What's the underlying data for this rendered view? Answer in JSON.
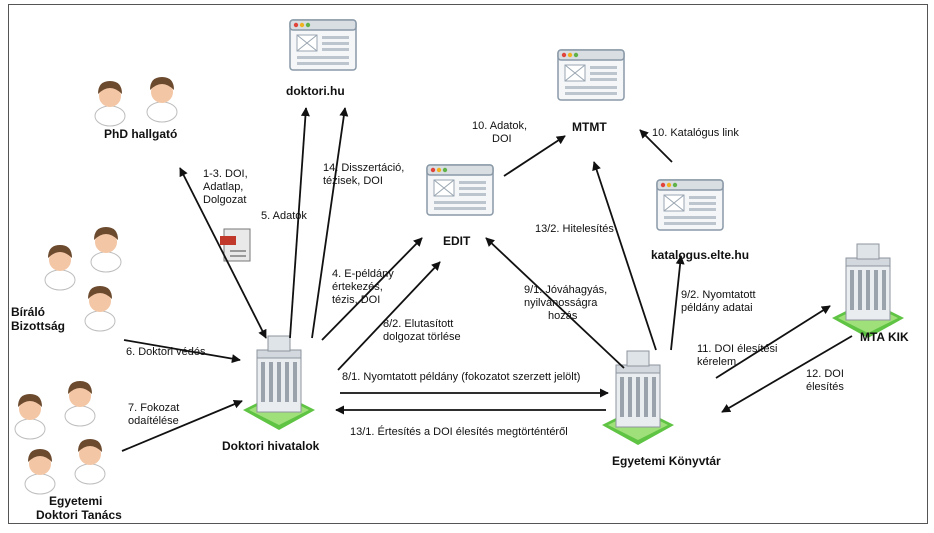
{
  "nodes": {
    "phd_student": "PhD hallgató",
    "doktori_hu": "doktori.hu",
    "reviewers_line1": "Bíráló",
    "reviewers_line2": "Bizottság",
    "doctoral_offices": "Doktori hivatalok",
    "edit": "EDIT",
    "mtmt": "MTMT",
    "catalog": "katalogus.elte.hu",
    "mta_kik": "MTA KIK",
    "university_library": "Egyetemi Könyvtár",
    "council_line1": "Egyetemi",
    "council_line2": "Doktori Tanács"
  },
  "edges": {
    "e1_3": [
      "1-3. DOI,",
      "Adatlap,",
      "Dolgozat"
    ],
    "e5": "5. Adatok",
    "e14": [
      "14. Disszertáció,",
      "tézisek, DOI"
    ],
    "e10": [
      "10. Adatok,",
      "DOI"
    ],
    "e10_cat": "10. Katalógus link",
    "e13_2": "13/2. Hitelesítés",
    "e4": [
      "4. E-példány",
      "értekezés,",
      "tézis, DOI"
    ],
    "e8_2": [
      "8/2. Elutasított",
      "dolgozat törlése"
    ],
    "e9_1": [
      "9/1. Jóváhagyás,",
      "nyilvánosságra",
      "hozás"
    ],
    "e9_2": [
      "9/2. Nyomtatott",
      "példány adatai"
    ],
    "e6": "6. Doktori védés",
    "e7": [
      "7. Fokozat",
      "odaítélése"
    ],
    "e8_1": "8/1. Nyomtatott példány (fokozatot szerzett jelölt)",
    "e11": [
      "11. DOI élesítési",
      "kérelem"
    ],
    "e12": [
      "12. DOI",
      "élesítés"
    ],
    "e13_1": "13/1. Értesítés a DOI élesítés megtörténtéről"
  },
  "icons": {
    "webpage": "webpage-icon",
    "building": "building-icon",
    "pdf": "pdf-document-icon",
    "person": "person-avatar-icon"
  }
}
